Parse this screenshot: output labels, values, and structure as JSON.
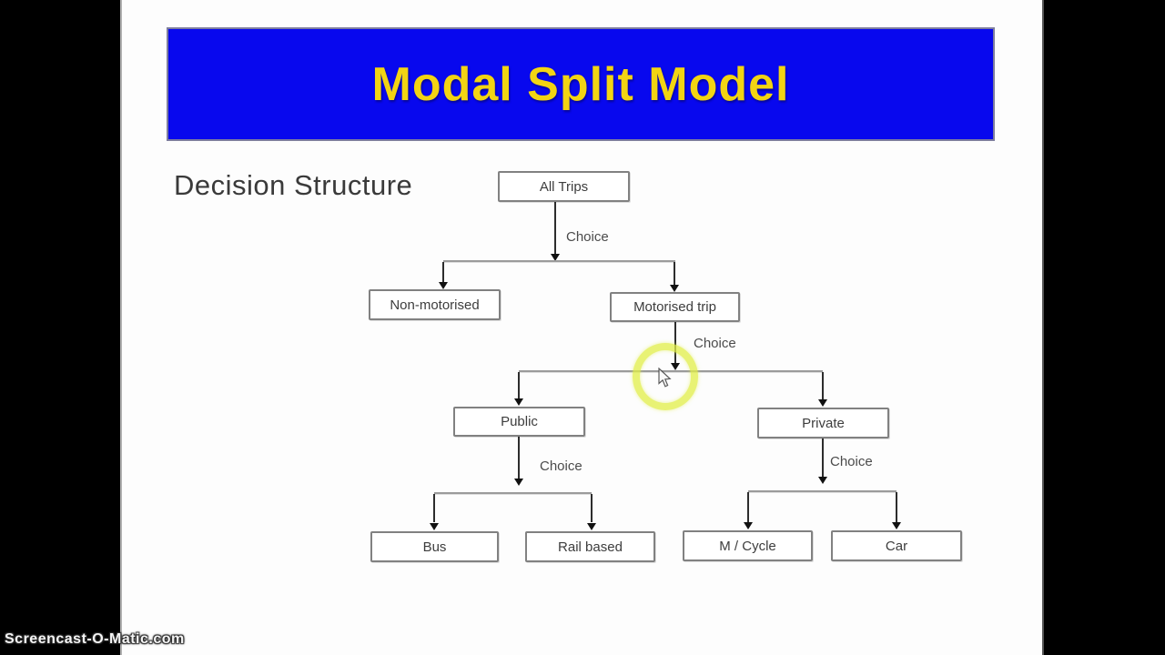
{
  "banner": {
    "title": "Modal Split Model",
    "bg_color": "#0808ee",
    "text_color": "#f2d413"
  },
  "slide": {
    "heading": "Decision Structure"
  },
  "diagram": {
    "nodes": {
      "all_trips": "All Trips",
      "non_motorised": "Non-motorised",
      "motorised_trip": "Motorised trip",
      "public": "Public",
      "private": "Private",
      "bus": "Bus",
      "rail_based": "Rail based",
      "m_cycle": "M / Cycle",
      "car": "Car"
    },
    "edge_label": "Choice",
    "hierarchy": {
      "All Trips": {
        "Non-motorised": null,
        "Motorised trip": {
          "Public": [
            "Bus",
            "Rail based"
          ],
          "Private": [
            "M / Cycle",
            "Car"
          ]
        }
      }
    }
  },
  "overlay": {
    "highlight_ring_color": "#e0ed46"
  },
  "watermark": {
    "text": "Screencast-O-Matic.com"
  }
}
